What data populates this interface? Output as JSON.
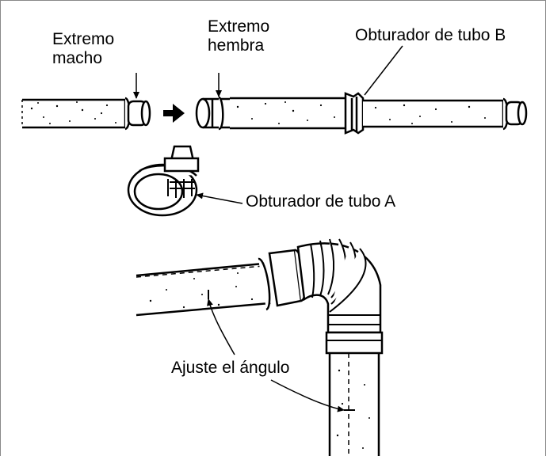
{
  "labels": {
    "male_end_line1": "Extremo",
    "male_end_line2": "macho",
    "female_end_line1": "Extremo",
    "female_end_line2": "hembra",
    "seal_b": "Obturador de tubo B",
    "seal_a": "Obturador de tubo A",
    "adjust_angle": "Ajuste el ángulo"
  },
  "colors": {
    "line": "#000000",
    "border": "#888888",
    "background": "#ffffff"
  }
}
